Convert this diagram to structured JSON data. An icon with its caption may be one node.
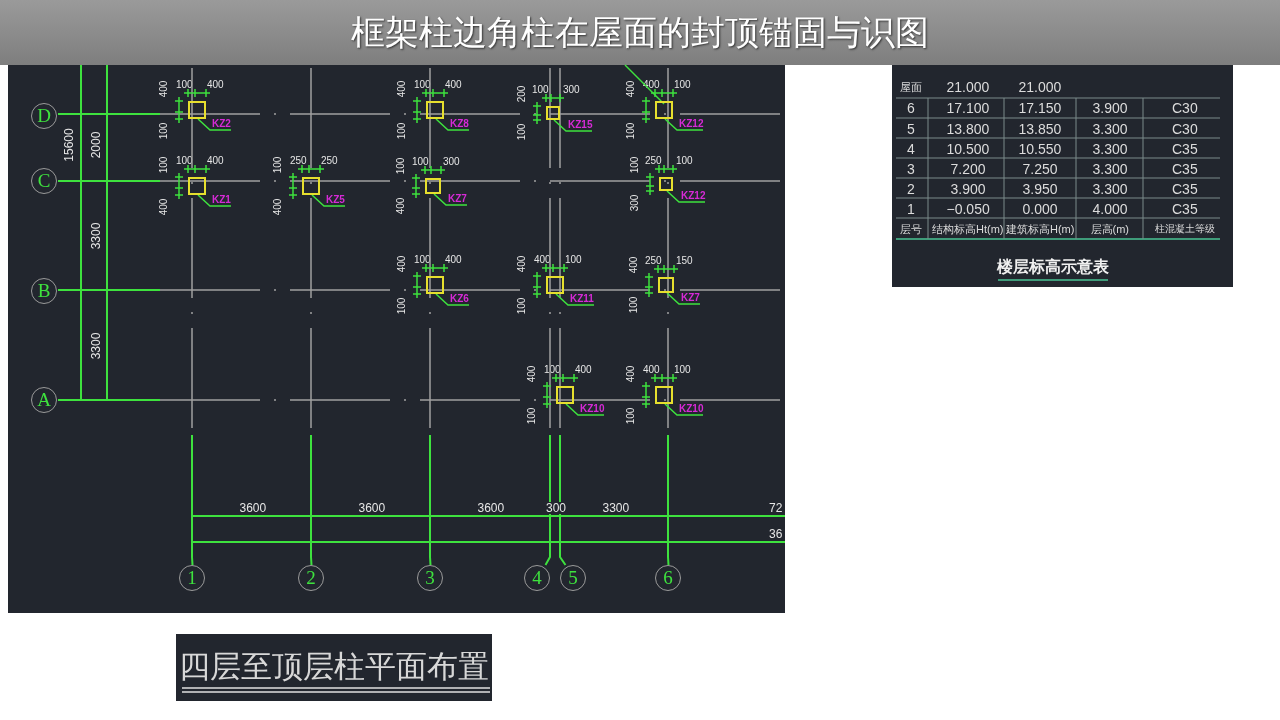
{
  "diagram": {
    "title": "框架柱边角柱在屋面的封顶锚固与识图",
    "nodes": [
      {
        "text": [
          "D"
        ]
      },
      {
        "text": [
          "C"
        ]
      },
      {
        "text": [
          "B"
        ]
      },
      {
        "text": [
          "A"
        ]
      },
      {
        "text": [
          "1"
        ]
      },
      {
        "text": [
          "2"
        ]
      },
      {
        "text": [
          "3"
        ]
      },
      {
        "text": [
          "4"
        ]
      },
      {
        "text": [
          "5"
        ]
      },
      {
        "text": [
          "6"
        ]
      },
      {
        "text": [],
        "shape": "box",
        "beside": [
          "100",
          "400",
          "400",
          "100"
        ]
      },
      {
        "text": [],
        "shape": "box",
        "beside": [
          "100",
          "400",
          "400",
          "100"
        ]
      },
      {
        "text": [],
        "shape": "box",
        "beside": [
          "100",
          "300",
          "200",
          "100"
        ]
      },
      {
        "text": [],
        "shape": "box",
        "beside": [
          "400",
          "100",
          "400",
          "100"
        ]
      },
      {
        "text": [],
        "shape": "box",
        "beside": [
          "100",
          "400",
          "100",
          "400"
        ]
      },
      {
        "text": [],
        "shape": "box",
        "beside": [
          "250",
          "250",
          "100",
          "400"
        ]
      },
      {
        "text": [],
        "shape": "box",
        "beside": [
          "100",
          "300",
          "100",
          "400"
        ]
      },
      {
        "text": [],
        "shape": "box",
        "beside": [
          "250",
          "100",
          "100",
          "300"
        ]
      },
      {
        "text": [],
        "shape": "box",
        "beside": [
          "100",
          "400",
          "400",
          "100"
        ]
      },
      {
        "text": [],
        "shape": "box",
        "beside": [
          "400",
          "100",
          "400",
          "100"
        ]
      },
      {
        "text": [],
        "shape": "box",
        "beside": [
          "250",
          "150",
          "400",
          "100"
        ]
      },
      {
        "text": [],
        "shape": "box",
        "beside": [
          "100",
          "400",
          "400",
          "100"
        ]
      },
      {
        "text": [],
        "shape": "box",
        "beside": [
          "400",
          "100",
          "400",
          "100"
        ]
      },
      {
        "text": [
          "KZ2"
        ]
      },
      {
        "text": [
          "KZ8"
        ]
      },
      {
        "text": [
          "KZ15"
        ]
      },
      {
        "text": [
          "KZ12"
        ]
      },
      {
        "text": [
          "KZ1"
        ]
      },
      {
        "text": [
          "KZ5"
        ]
      },
      {
        "text": [
          "KZ7"
        ]
      },
      {
        "text": [
          "KZ12"
        ]
      },
      {
        "text": [
          "KZ6"
        ]
      },
      {
        "text": [
          "KZ11"
        ]
      },
      {
        "text": [
          "KZ7"
        ]
      },
      {
        "text": [
          "KZ10"
        ]
      },
      {
        "text": [
          "KZ10"
        ]
      }
    ],
    "edges": [
      {
        "from": 23,
        "to": 10,
        "arrow": "none"
      },
      {
        "from": 24,
        "to": 11,
        "arrow": "none"
      },
      {
        "from": 25,
        "to": 12,
        "arrow": "none"
      },
      {
        "from": 26,
        "to": 13,
        "arrow": "none"
      },
      {
        "from": 27,
        "to": 14,
        "arrow": "none"
      },
      {
        "from": 28,
        "to": 15,
        "arrow": "none"
      },
      {
        "from": 29,
        "to": 16,
        "arrow": "none"
      },
      {
        "from": 30,
        "to": 17,
        "arrow": "none"
      },
      {
        "from": 31,
        "to": 18,
        "arrow": "none"
      },
      {
        "from": 32,
        "to": 19,
        "arrow": "none"
      },
      {
        "from": 33,
        "to": 20,
        "arrow": "none"
      },
      {
        "from": 34,
        "to": 21,
        "arrow": "none"
      },
      {
        "from": 35,
        "to": 22,
        "arrow": "none"
      }
    ],
    "labels": [
      "15600",
      "2000",
      "3300",
      "3300",
      "屋面",
      "21.000",
      "21.000",
      "6",
      "17.100",
      "17.150",
      "3.900",
      "C30",
      "5",
      "13.800",
      "13.850",
      "3.300",
      "C30",
      "4",
      "10.500",
      "10.550",
      "3.300",
      "C35",
      "3",
      "7.200",
      "7.250",
      "3.300",
      "C35",
      "2",
      "3.900",
      "3.950",
      "3.300",
      "C35",
      "1",
      "−0.050",
      "0.000",
      "4.000",
      "C35",
      "层号",
      "结构标高Ht(m)",
      "建筑标高H(m)",
      "层高(m)",
      "柱混凝土等级",
      "楼层标高示意表",
      "3600",
      "3600",
      "3600",
      "300",
      "3300",
      "72",
      "36",
      "四层至顶层柱平面布置"
    ]
  }
}
